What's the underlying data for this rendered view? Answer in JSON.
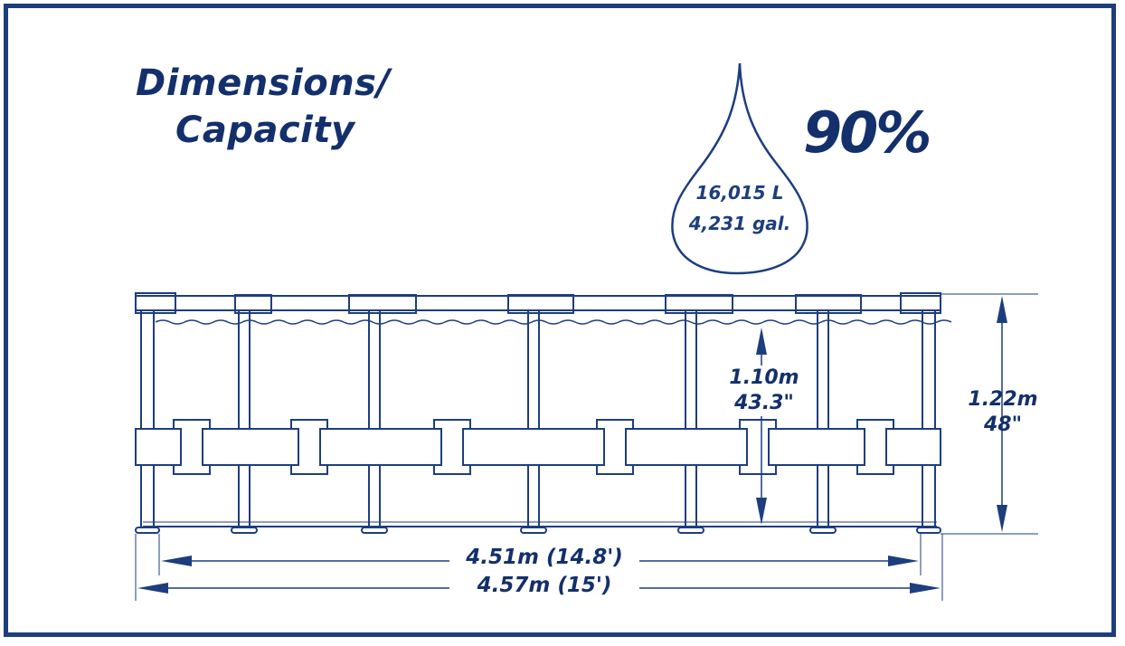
{
  "title": {
    "line1": "Dimensions/",
    "line2": "Capacity"
  },
  "fill_level": "90%",
  "capacity": {
    "liters": "16,015 L",
    "gallons": "4,231 gal."
  },
  "dimensions": {
    "water_height_m": "1.10m",
    "water_height_in": "43.3\"",
    "wall_height_m": "1.22m",
    "wall_height_in": "48\"",
    "inner_width": "4.51m (14.8')",
    "outer_width": "4.57m (15')"
  },
  "colors": {
    "navy": "#13306c",
    "line": "#1d3e7e",
    "frame_border": "#1d3e7e"
  },
  "icons": [
    "water-drop-icon",
    "arrow-up-icon",
    "arrow-down-icon",
    "arrow-left-icon",
    "arrow-right-icon"
  ]
}
